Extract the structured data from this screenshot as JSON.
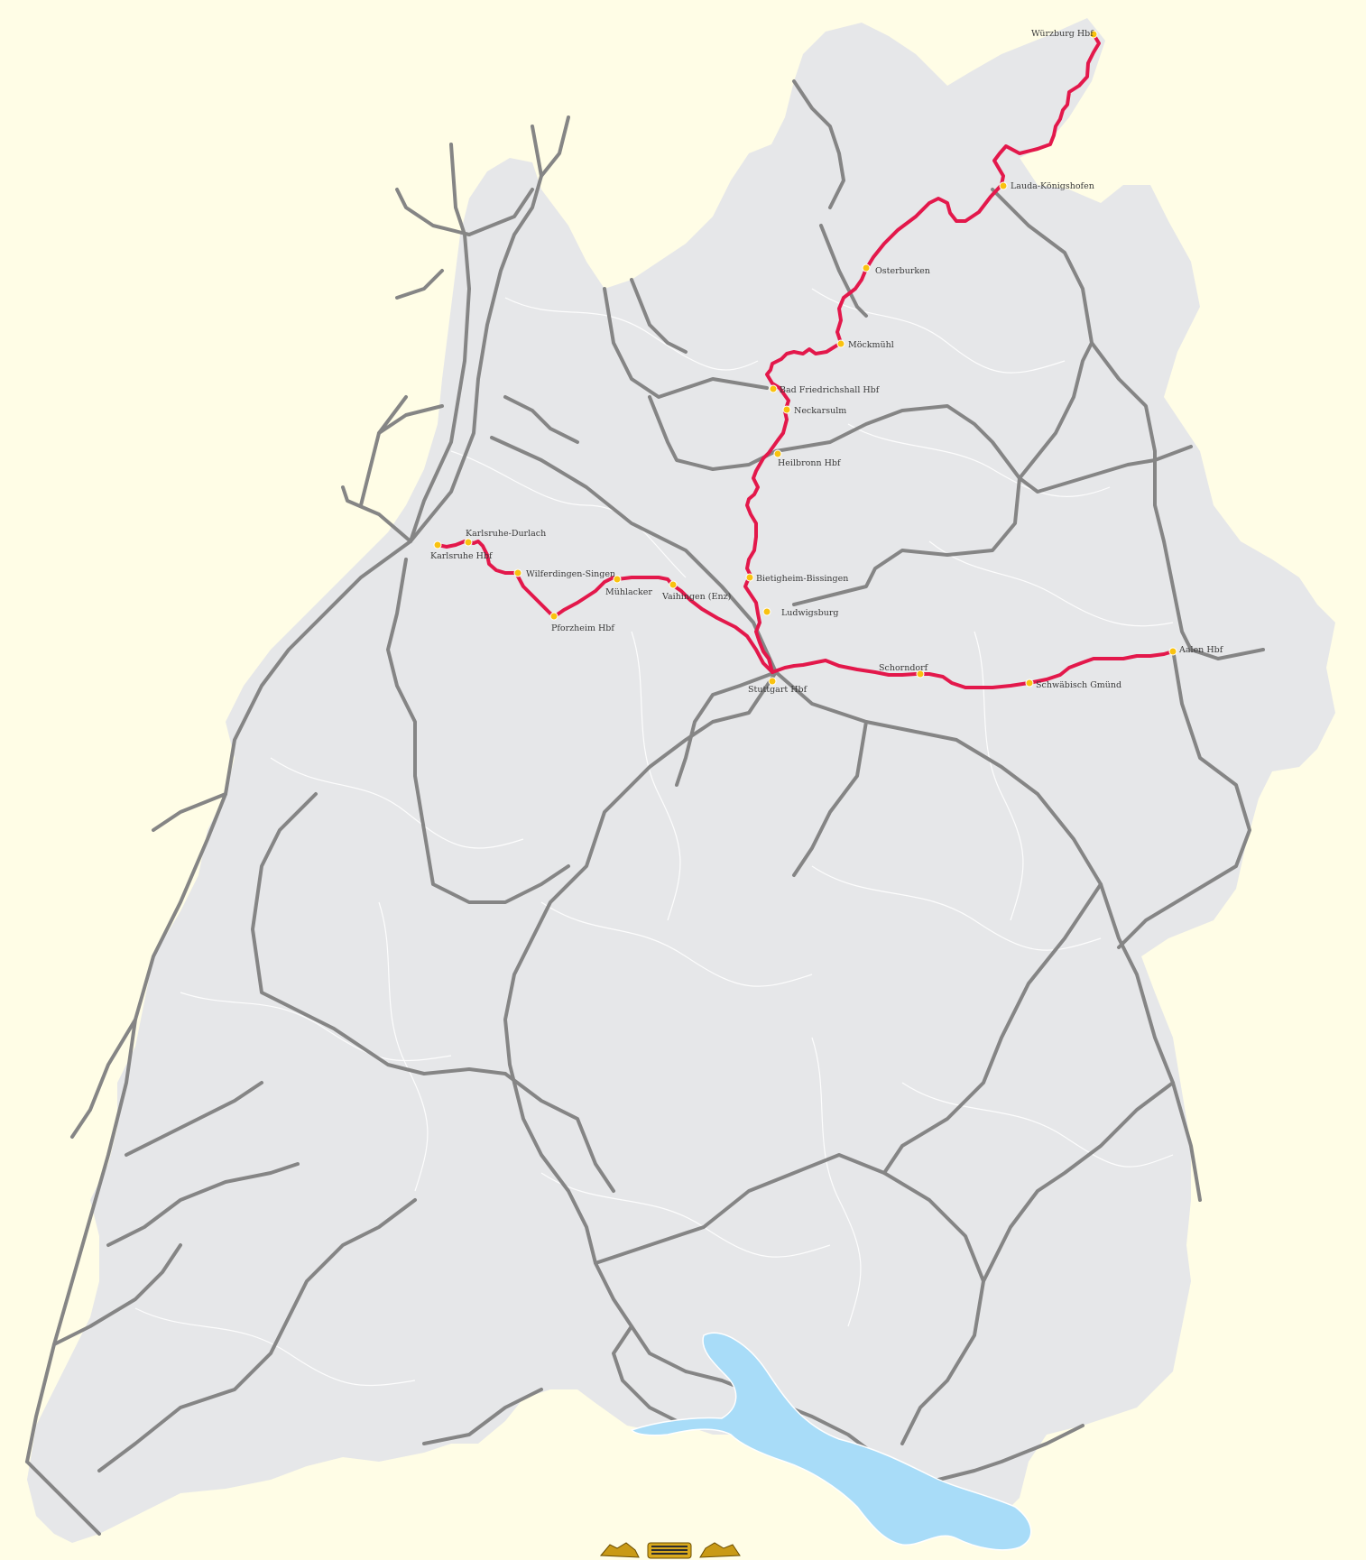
{
  "map": {
    "colors": {
      "background": "#fffde6",
      "land": "#e6e7e9",
      "railway": "#858585",
      "highlighted_route": "#e3184b",
      "station": "#f9c20f",
      "lake": "#a8dcf8"
    },
    "stations": {
      "wuerzburg": "Würzburg Hbf",
      "lauda": "Lauda-Königshofen",
      "osterburken": "Osterburken",
      "moeckmuehl": "Möckmühl",
      "bad_friedrichshall": "Bad Friedrichshall Hbf",
      "neckarsulm": "Neckarsulm",
      "heilbronn": "Heilbronn Hbf",
      "bietigheim": "Bietigheim-Bissingen",
      "ludwigsburg": "Ludwigsburg",
      "stuttgart": "Stuttgart Hbf",
      "karlsruhe_durlach": "Karlsruhe-Durlach",
      "karlsruhe": "Karlsruhe Hbf",
      "wilferdingen": "Wilferdingen-Singen",
      "muehlacker": "Mühlacker",
      "vaihingen": "Vaihingen (Enz)",
      "pforzheim": "Pforzheim Hbf",
      "schorndorf": "Schorndorf",
      "schwaebisch_gmuend": "Schwäbisch Gmünd",
      "aalen": "Aalen Hbf"
    }
  }
}
